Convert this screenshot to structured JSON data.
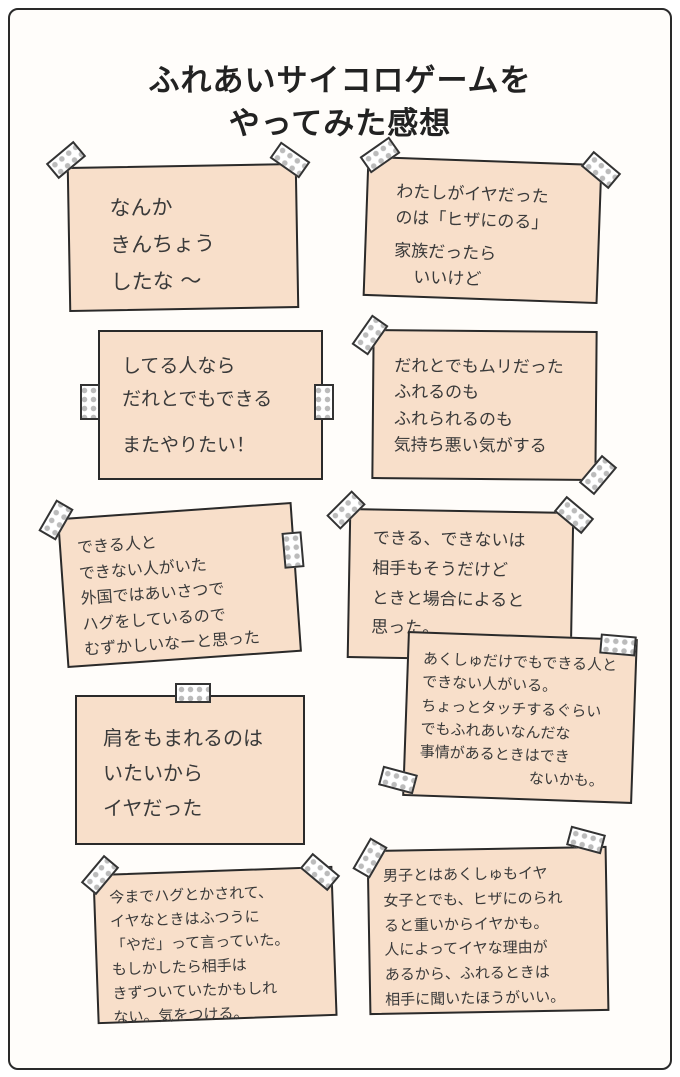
{
  "title": {
    "line1": "ふれあいサイコロゲームを",
    "line2": "やってみた感想"
  },
  "notes": [
    {
      "lines": [
        "なんか",
        "きんちょう",
        "したな 〜"
      ]
    },
    {
      "lines": [
        "わたしがイヤだった",
        "のは「ヒザにのる」",
        "家族だったら",
        "いいけど"
      ]
    },
    {
      "lines": [
        "してる人なら",
        "だれとでもできる",
        "またやりたい！"
      ]
    },
    {
      "lines": [
        "だれとでもムリだった",
        "ふれるのも",
        "ふれられるのも",
        "気持ち悪い気がする"
      ]
    },
    {
      "lines": [
        "できる人と",
        "できない人がいた",
        "外国ではあいさつで",
        "ハグをしているので",
        "むずかしいなーと思った"
      ]
    },
    {
      "lines": [
        "できる、できないは",
        "相手もそうだけど",
        "ときと場合によると",
        "思った。"
      ]
    },
    {
      "lines": [
        "あくしゅだけでもできる人と",
        "できない人がいる。",
        "ちょっとタッチするぐらい",
        "でもふれあいなんだな",
        "事情があるときはでき",
        "ないかも。"
      ]
    },
    {
      "lines": [
        "肩をもまれるのは",
        "いたいから",
        "イヤだった"
      ]
    },
    {
      "lines": [
        "今までハグとかされて、",
        "イヤなときはふつうに",
        "「やだ」って言っていた。",
        "もしかしたら相手は",
        "きずついていたかもしれ",
        "ない。気をつける。"
      ]
    },
    {
      "lines": [
        "男子とはあくしゅもイヤ",
        "女子とでも、ヒザにのられ",
        "ると重いからイヤかも。",
        "人によってイヤな理由が",
        "あるから、ふれるときは",
        "相手に聞いたほうがいい。"
      ]
    }
  ]
}
